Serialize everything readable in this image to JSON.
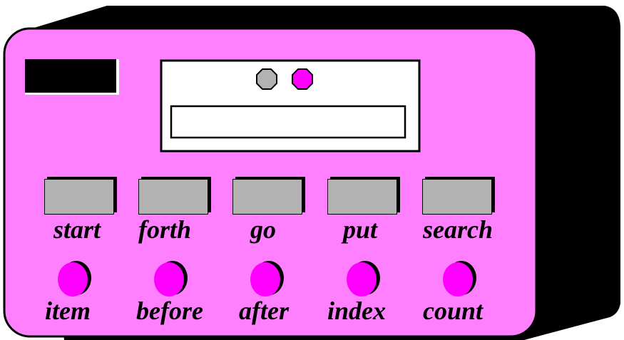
{
  "colors": {
    "body_fill": "#ff80ff",
    "shadow": "#000000",
    "square_button": "#b2b2b2",
    "round_button": "#ff00ff",
    "indicator_left": "#b2b2b2",
    "indicator_right": "#ff00ff",
    "screen": "#ffffff",
    "label_slot": "#000000"
  },
  "commands": [
    {
      "label": "start"
    },
    {
      "label": "forth"
    },
    {
      "label": "go"
    },
    {
      "label": "put"
    },
    {
      "label": "search"
    }
  ],
  "queries": [
    {
      "label": "item"
    },
    {
      "label": "before"
    },
    {
      "label": "after"
    },
    {
      "label": "index"
    },
    {
      "label": "count"
    }
  ],
  "display": {
    "indicators": [
      {
        "icon": "gray-indicator-light"
      },
      {
        "icon": "magenta-indicator-light"
      }
    ],
    "readout": ""
  }
}
